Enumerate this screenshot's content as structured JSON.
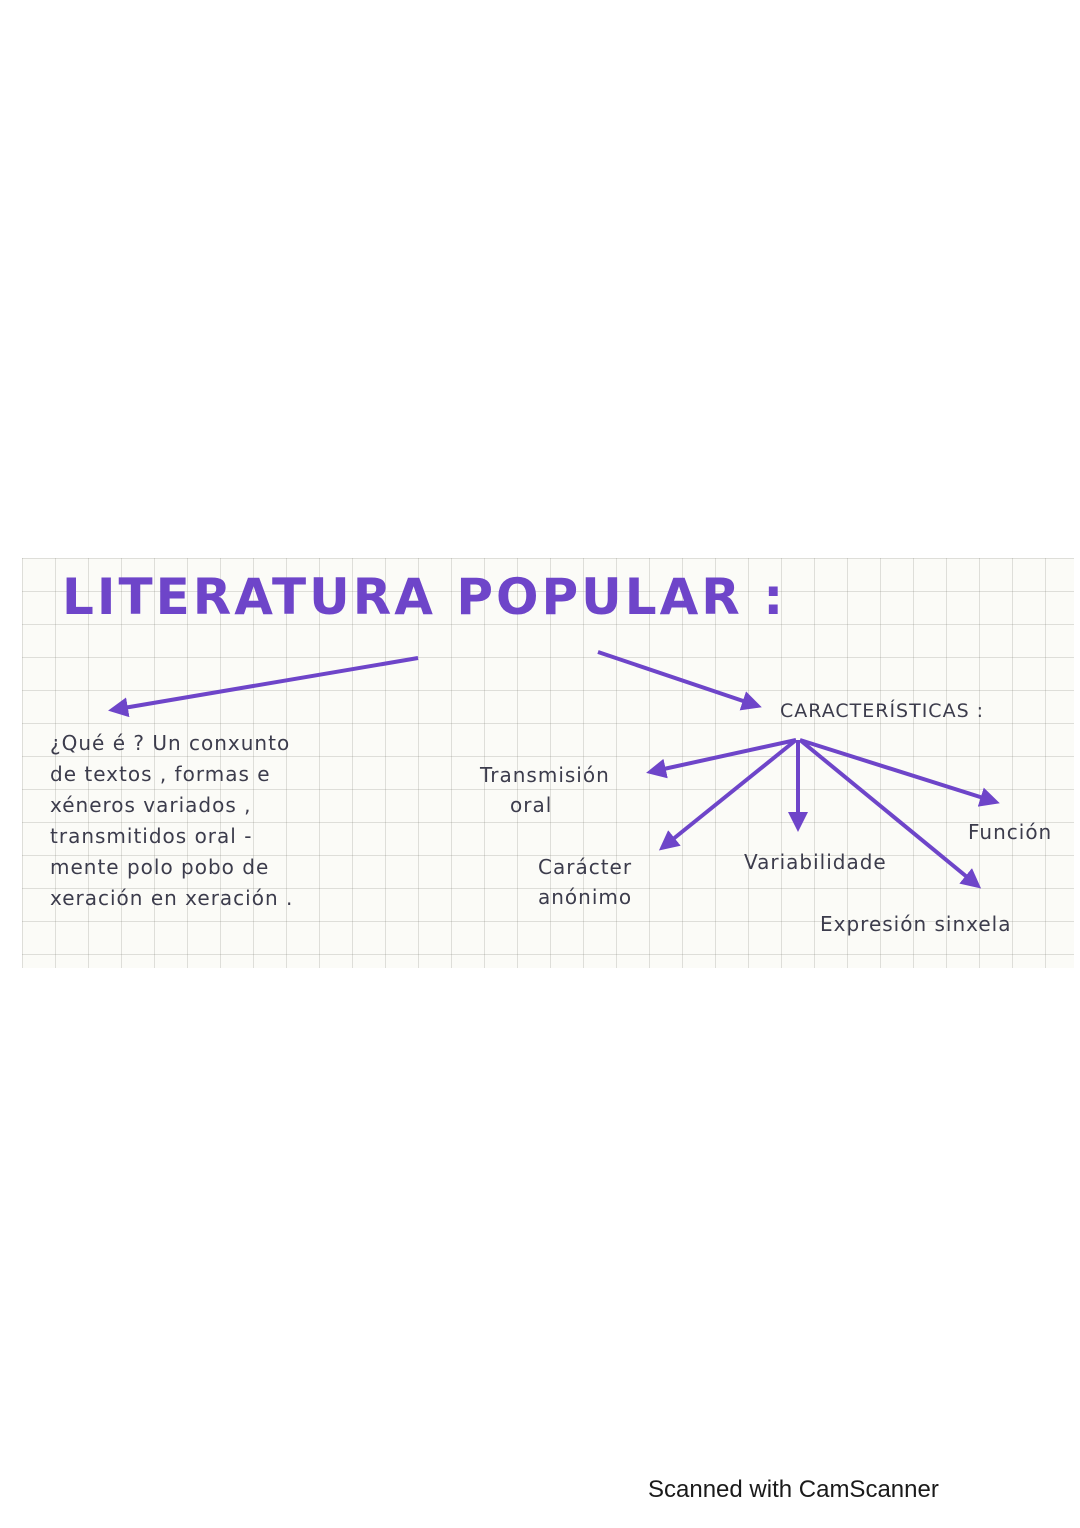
{
  "title": "LITERATURA POPULAR :",
  "definition": {
    "lines": [
      "¿Qué é ? Un conxunto",
      "de textos , formas e",
      "xéneros variados ,",
      "transmitidos oral -",
      "mente polo pobo de",
      "xeración en xeración ."
    ]
  },
  "characteristics": {
    "heading": "CARACTERÍSTICAS :",
    "items": {
      "transmission": [
        "Transmisión",
        "oral"
      ],
      "anonymous": [
        "Carácter",
        "anónimo"
      ],
      "variability": "Variabilidade",
      "function": "Función",
      "simple_expression": "Expresión sinxela"
    }
  },
  "footer": "Scanned with CamScanner",
  "colors": {
    "accent": "#6e45c9",
    "ink": "#3c3c4c",
    "grid": "#d8d8cc"
  }
}
